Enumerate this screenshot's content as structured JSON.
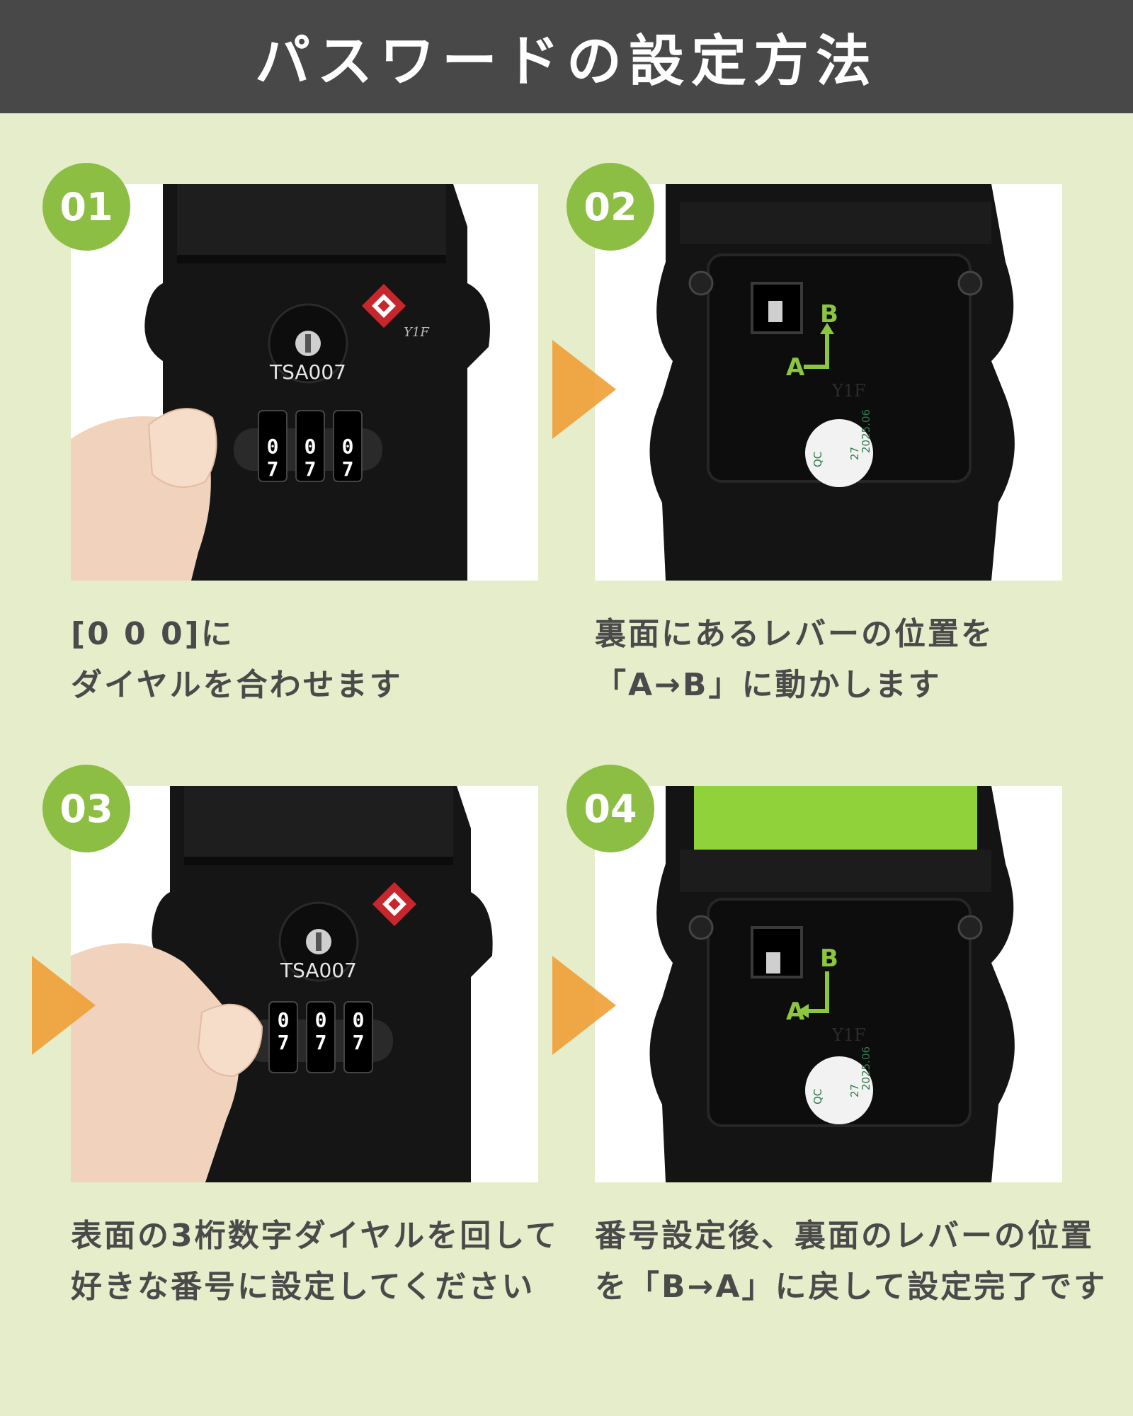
{
  "header": {
    "title": "パスワードの設定方法"
  },
  "steps": [
    {
      "number": "01",
      "lines": [
        "[0 0 0]に",
        "ダイヤルを合わせます"
      ]
    },
    {
      "number": "02",
      "lines": [
        "裏面にあるレバーの位置を",
        "「A→B」に動かします"
      ]
    },
    {
      "number": "03",
      "lines": [
        "表面の3桁数字ダイヤルを回して",
        "好きな番号に設定してください"
      ]
    },
    {
      "number": "04",
      "lines": [
        "番号設定後、裏面のレバーの位置",
        "を「B→A」に戻して設定完了です"
      ]
    }
  ],
  "lock_front": {
    "tsa_text": "TSA007",
    "brand": "Y1F",
    "dial_set_1": "0",
    "dial_set_3": "7"
  },
  "lock_back": {
    "lever_a": "A",
    "lever_b": "B",
    "sticker_qc": "QC",
    "sticker_date": "2025.06",
    "sticker_num": "27",
    "brand": "Y1F"
  },
  "colors": {
    "badge": "#8cbe44",
    "arrow": "#f0a13a",
    "strap": "#8fd23a",
    "header_bg": "#484848",
    "page_bg": "#e6edcb"
  }
}
